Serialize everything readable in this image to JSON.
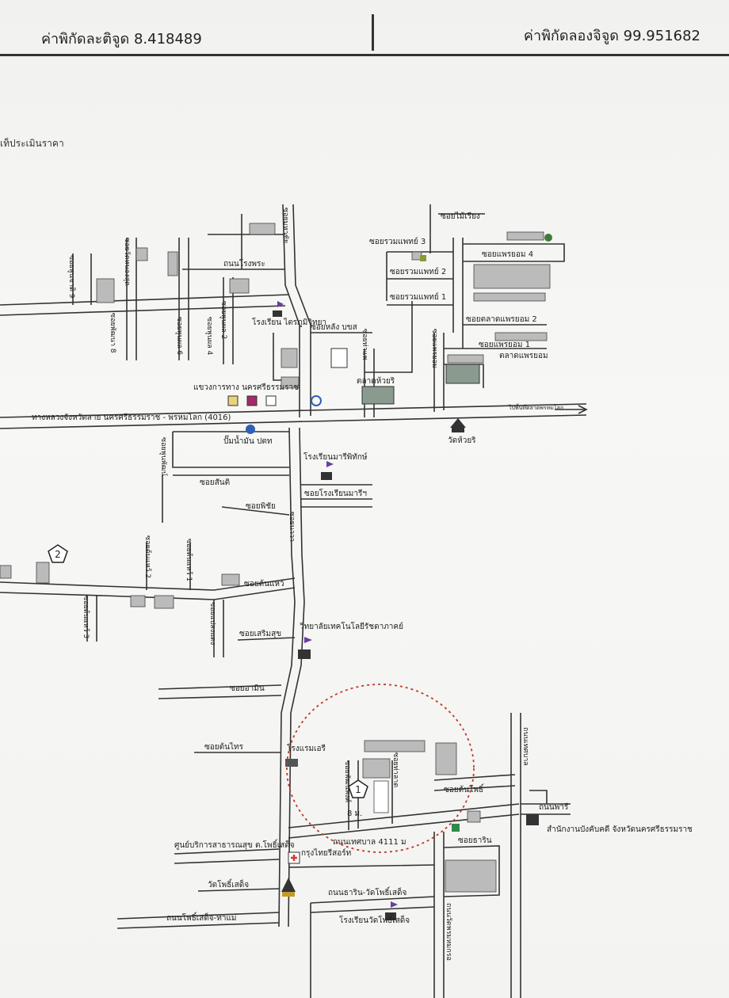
{
  "header": {
    "latitude_label": "ค่าพิกัดละติจูด 8.418489",
    "longitude_label": "ค่าพิกัดลองจิจูด 99.951682"
  },
  "note": "เท็ประเมินราคา",
  "highway": {
    "label": "ทางหลวงจังหวัดสาย นครศรีธรรมราช - พรหมโลก (4016)",
    "to_label": "ไปพื้นที่ตลาดพรหมโลก"
  },
  "places": {
    "school_trikumvit": "โรงเรียน ไตรภูมิวิทยา",
    "highway_dept": "แขวงการทาง นครศรีธรรมราช",
    "market_huairi": "ตลาดห้วยริ",
    "market_maeyom": "ตลาดแพรยอม",
    "gas_station": "ปั๊มน้ำมัน ปตท",
    "wat_huairi": "วัดห้วยริ",
    "school_mari": "โรงเรียนมารีพิทักษ์",
    "tech_college": "วิทยาลัยเทคโนโลยีรัชดาภาคย์",
    "hotel": "โรงแรมเอรี",
    "health_center": "ศูนย์บริการสาธารณสุข ต.โพธิ์เสด็จ",
    "krungthai": "กรุงไทยรีสอร์ท",
    "wat_phosadet": "วัดโพธิ์เสด็จ",
    "school_wat_phosadet": "โรงเรียนวัดโพธิ์เสด็จ",
    "court": "สำนักงานบังคับคดี จังหวัดนครศรีธรรมราช"
  },
  "roads": {
    "soi_maipueng": "ซอยไม้เรียง",
    "soi_ruamphaet3": "ซอยรวมแพทย์ 3",
    "soi_ruamphaet2": "ซอยรวมแพทย์ 2",
    "soi_ruamphaet1": "ซอยรวมแพทย์ 1",
    "soi_maeyom4": "ซอยแพรยอม 4",
    "soi_market_maeyom2": "ซอยตลาดแพรยอม 2",
    "soi_maeyom1": "ซอยแพรยอม 1",
    "soi_lang_bos": "ซอยหลัง บขส",
    "thanon_rongphra": "ถนนโรงพระ",
    "soi_santi": "ซอยสันติ",
    "soi_rongrian_mari": "ซอยโรงเรียนมารีฯ",
    "soi_phichai": "ซอยพิชัย",
    "soi_tonkhwa": "ซอยต้นแหว้",
    "soi_soemsuk": "ซอยเสริมสุข",
    "soi_amin": "ซอยอามิน",
    "soi_tonsai": "ซอยต้นไทร",
    "soi_tonpho": "ซอยต้นโพธิ์",
    "thanon_phari": "ถนนพารี",
    "soi_tharin": "ซอยธาริน",
    "thanon_tharin_wat": "ถนนธาริน-วัดโพธิ์เสด็จ",
    "thanon_phosadet_thamae": "ถนนโพธิ์เสด็จ-ท่าแม่",
    "thanon_4111": "ถนนเทศบาล 4111 ม",
    "moo8": "8 ม."
  },
  "vertical_labels": {
    "soi_1": "ซอยพูนชาติ 9",
    "soi_2": "ซอยพัฒนา 8",
    "soi_3": "ซอยวัดหนองสุด",
    "soi_4": "ซอยพูนผล 6",
    "soi_5": "ซอยพูนผล 4",
    "soi_6": "ซอยพูนผล 2",
    "soi_7": "ซอยมหาชัย",
    "soi_8": "ซอยท่าแพ",
    "soi_9": "ซอยแพรยอม",
    "soi_10": "ซอยต้นแหว้ 2",
    "soi_11": "ซอยต้นแหว้ 1",
    "soi_12": "ซอยต้นแหว้ 3",
    "soi_13": "ซอยนาวา",
    "soi_14": "ซอยแปลงแดง",
    "soi_15": "ซอยพูนพัฒน์",
    "soi_16": "ซอยพัฒนพงศ์",
    "soi_17": "ถนนวัดพรมหมกรอ",
    "soi_18": "ซอยท่าลาด",
    "soi_19": "ถนนเทศบาล"
  },
  "markers": {
    "marker_1": "1",
    "marker_2": "2"
  },
  "colors": {
    "road": "#333333",
    "circle": "#c0392b",
    "icon_red": "#d33",
    "icon_blue": "#2f5fb7"
  }
}
